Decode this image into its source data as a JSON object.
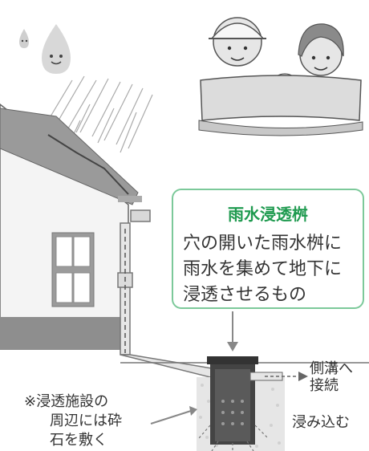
{
  "callout": {
    "title": "雨水浸透桝",
    "lines": [
      "穴の開いた雨水桝に",
      "雨水を集めて地下に",
      "浸透させるもの"
    ]
  },
  "labels": {
    "drain": [
      "側溝へ",
      "接続"
    ],
    "soak": "浸み込む",
    "note": [
      "※浸透施設の",
      "周辺には砕",
      "石を敷く"
    ]
  },
  "colors": {
    "accent_green": "#1e9a4f",
    "callout_border": "#7cc99a"
  }
}
